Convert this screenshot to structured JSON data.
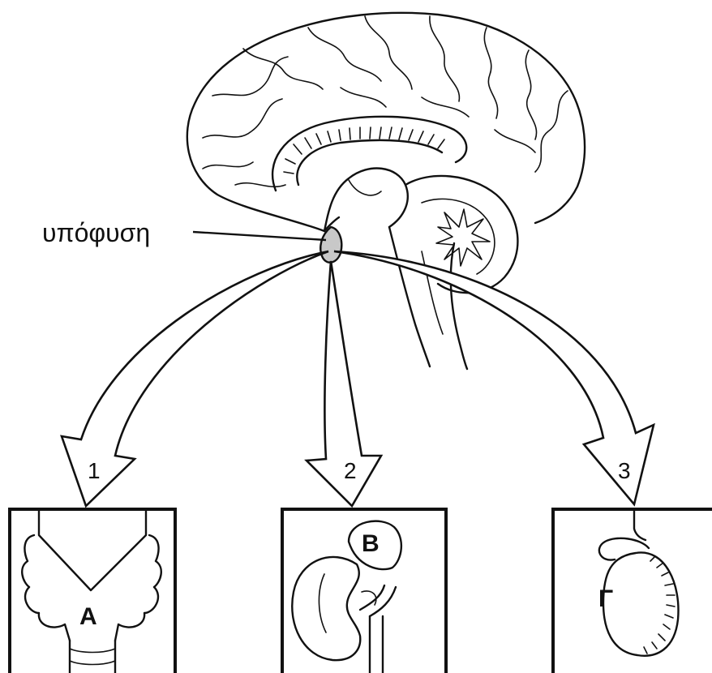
{
  "labels": {
    "gland": "υπόφυση",
    "arrow_1": "1",
    "arrow_2": "2",
    "arrow_3": "3",
    "organ_a": "Α",
    "organ_b": "Β",
    "organ_c": "Γ"
  },
  "colors": {
    "line": "#111111",
    "pituitary_fill": "#c8c8c8",
    "background": "#ffffff"
  }
}
